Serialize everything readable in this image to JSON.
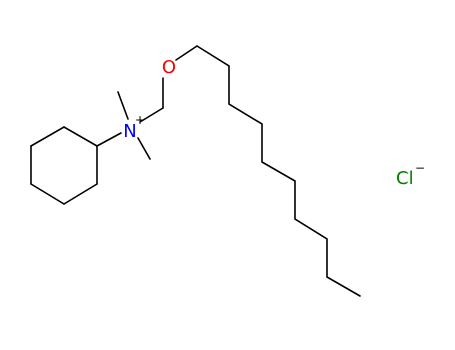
{
  "colors": {
    "bond": "#000000",
    "nitrogen": "#0000ff",
    "oxygen": "#ff0000",
    "chlorine": "#008000"
  },
  "atoms": {
    "nitrogen": {
      "symbol": "N",
      "charge": "+"
    },
    "oxygen": {
      "symbol": "O"
    },
    "chloride": {
      "symbol": "Cl",
      "charge": "−"
    }
  }
}
